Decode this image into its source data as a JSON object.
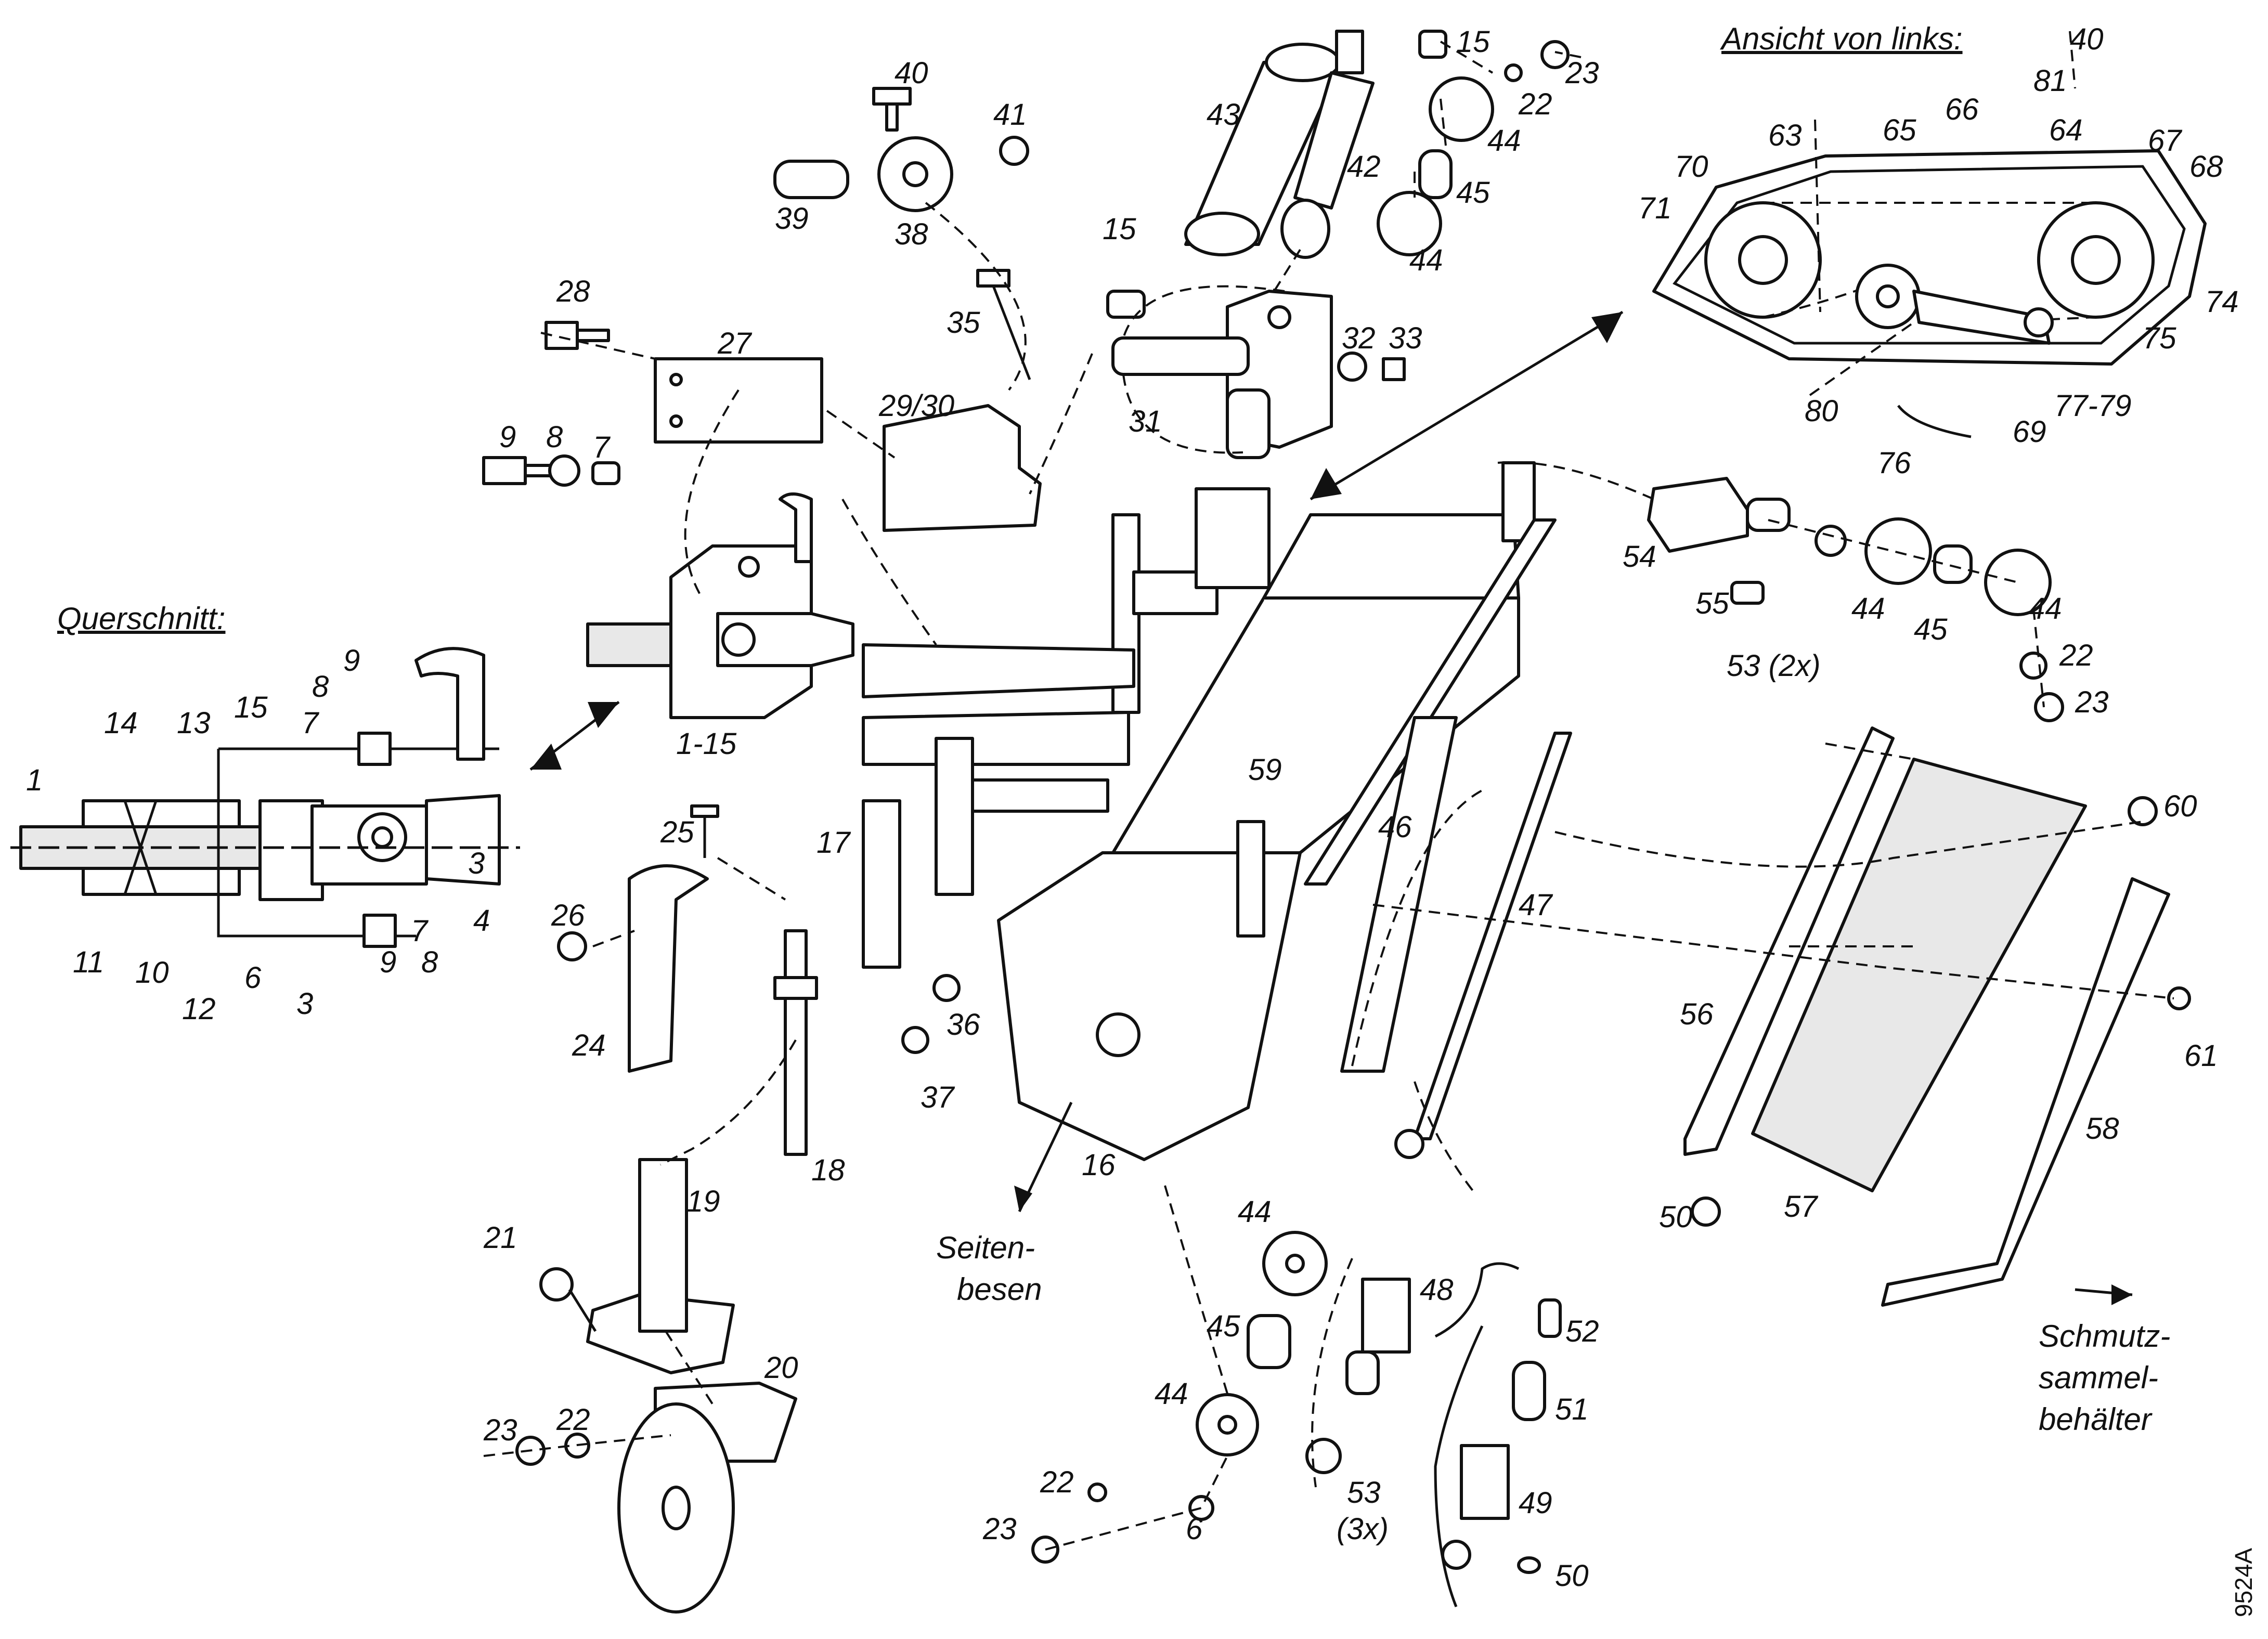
{
  "captions": {
    "cross_section": "Querschnitt:",
    "left_view": "Ansicht von links:",
    "side_brush": [
      "Seiten-",
      "besen"
    ],
    "dirt_bin": [
      "Schmutz-",
      "sammel-",
      "behälter"
    ],
    "drawing_number": "9524A"
  },
  "part_labels": [
    {
      "id": "l1",
      "text": "1"
    },
    {
      "id": "l14",
      "text": "14"
    },
    {
      "id": "l13",
      "text": "13"
    },
    {
      "id": "l15a",
      "text": "15"
    },
    {
      "id": "l8a",
      "text": "8"
    },
    {
      "id": "l9a",
      "text": "9"
    },
    {
      "id": "l7a",
      "text": "7"
    },
    {
      "id": "l3a",
      "text": "3"
    },
    {
      "id": "l4",
      "text": "4"
    },
    {
      "id": "l11",
      "text": "11"
    },
    {
      "id": "l10",
      "text": "10"
    },
    {
      "id": "l12",
      "text": "12"
    },
    {
      "id": "l6a",
      "text": "6"
    },
    {
      "id": "l3b",
      "text": "3"
    },
    {
      "id": "l9b",
      "text": "9"
    },
    {
      "id": "l8b",
      "text": "8"
    },
    {
      "id": "l7b",
      "text": "7"
    },
    {
      "id": "l28",
      "text": "28"
    },
    {
      "id": "l27",
      "text": "27"
    },
    {
      "id": "l9c",
      "text": "9"
    },
    {
      "id": "l8c",
      "text": "8"
    },
    {
      "id": "l7c",
      "text": "7"
    },
    {
      "id": "l115",
      "text": "1-15"
    },
    {
      "id": "l40a",
      "text": "40"
    },
    {
      "id": "l41",
      "text": "41"
    },
    {
      "id": "l39",
      "text": "39"
    },
    {
      "id": "l38",
      "text": "38"
    },
    {
      "id": "l35",
      "text": "35"
    },
    {
      "id": "l2930",
      "text": "29/30"
    },
    {
      "id": "l43",
      "text": "43"
    },
    {
      "id": "l42",
      "text": "42"
    },
    {
      "id": "l15b",
      "text": "15"
    },
    {
      "id": "l15c",
      "text": "15"
    },
    {
      "id": "l23a",
      "text": "23"
    },
    {
      "id": "l22a",
      "text": "22"
    },
    {
      "id": "l44a",
      "text": "44"
    },
    {
      "id": "l45a",
      "text": "45"
    },
    {
      "id": "l44b",
      "text": "44"
    },
    {
      "id": "l31",
      "text": "31"
    },
    {
      "id": "l32",
      "text": "32"
    },
    {
      "id": "l33",
      "text": "33"
    },
    {
      "id": "l25",
      "text": "25"
    },
    {
      "id": "l26",
      "text": "26"
    },
    {
      "id": "l24",
      "text": "24"
    },
    {
      "id": "l17",
      "text": "17"
    },
    {
      "id": "l18",
      "text": "18"
    },
    {
      "id": "l36",
      "text": "36"
    },
    {
      "id": "l37",
      "text": "37"
    },
    {
      "id": "l59",
      "text": "59"
    },
    {
      "id": "l16",
      "text": "16"
    },
    {
      "id": "l46",
      "text": "46"
    },
    {
      "id": "l47",
      "text": "47"
    },
    {
      "id": "l19",
      "text": "19"
    },
    {
      "id": "l21",
      "text": "21"
    },
    {
      "id": "l20",
      "text": "20"
    },
    {
      "id": "l23b",
      "text": "23"
    },
    {
      "id": "l22b",
      "text": "22"
    },
    {
      "id": "l44c",
      "text": "44"
    },
    {
      "id": "l45b",
      "text": "45"
    },
    {
      "id": "l44d",
      "text": "44"
    },
    {
      "id": "l22c",
      "text": "22"
    },
    {
      "id": "l23c",
      "text": "23"
    },
    {
      "id": "l6b",
      "text": "6"
    },
    {
      "id": "l48",
      "text": "48"
    },
    {
      "id": "l53a",
      "text": "53"
    },
    {
      "id": "l53b",
      "text": "(3x)"
    },
    {
      "id": "l52",
      "text": "52"
    },
    {
      "id": "l51",
      "text": "51"
    },
    {
      "id": "l49",
      "text": "49"
    },
    {
      "id": "l50a",
      "text": "50"
    },
    {
      "id": "l54",
      "text": "54"
    },
    {
      "id": "l55",
      "text": "55"
    },
    {
      "id": "l53c",
      "text": "53 (2x)"
    },
    {
      "id": "l44e",
      "text": "44"
    },
    {
      "id": "l45c",
      "text": "45"
    },
    {
      "id": "l44f",
      "text": "44"
    },
    {
      "id": "l22d",
      "text": "22"
    },
    {
      "id": "l23d",
      "text": "23"
    },
    {
      "id": "l60",
      "text": "60"
    },
    {
      "id": "l61",
      "text": "61"
    },
    {
      "id": "l56",
      "text": "56"
    },
    {
      "id": "l57",
      "text": "57"
    },
    {
      "id": "l58",
      "text": "58"
    },
    {
      "id": "l50b",
      "text": "50"
    },
    {
      "id": "l40b",
      "text": "40"
    },
    {
      "id": "l81",
      "text": "81"
    },
    {
      "id": "l63",
      "text": "63"
    },
    {
      "id": "l65",
      "text": "65"
    },
    {
      "id": "l66",
      "text": "66"
    },
    {
      "id": "l64",
      "text": "64"
    },
    {
      "id": "l67",
      "text": "67"
    },
    {
      "id": "l68",
      "text": "68"
    },
    {
      "id": "l70",
      "text": "70"
    },
    {
      "id": "l71",
      "text": "71"
    },
    {
      "id": "l74",
      "text": "74"
    },
    {
      "id": "l75",
      "text": "75"
    },
    {
      "id": "l80",
      "text": "80"
    },
    {
      "id": "l7779",
      "text": "77-79"
    },
    {
      "id": "l69",
      "text": "69"
    },
    {
      "id": "l76",
      "text": "76"
    }
  ]
}
